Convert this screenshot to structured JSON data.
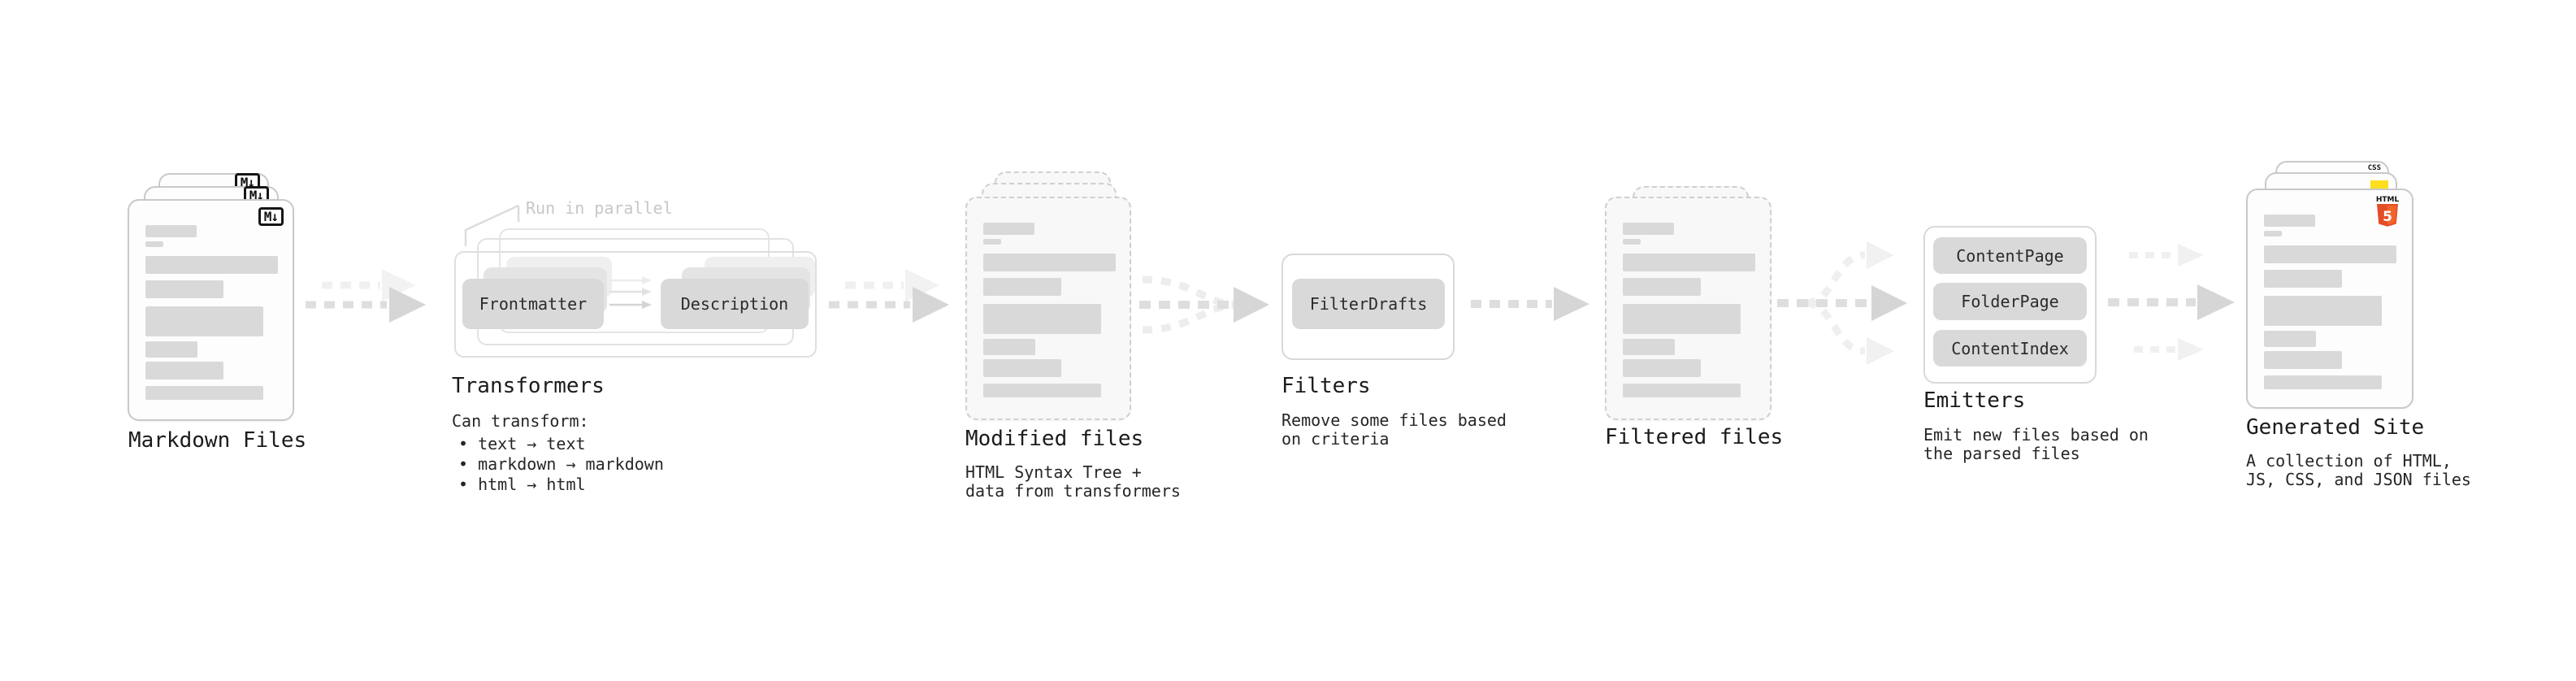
{
  "diagram": {
    "markdown_files": {
      "title": "Markdown Files",
      "badge": "M↓"
    },
    "transformers": {
      "note": "Run in parallel",
      "transformer_a": "Frontmatter",
      "transformer_b": "Description",
      "title": "Transformers",
      "desc_heading": "Can transform:",
      "bullets": [
        "• text → text",
        "• markdown → markdown",
        "• html → html"
      ]
    },
    "modified_files": {
      "title": "Modified files",
      "desc": [
        "HTML Syntax Tree +",
        "data from transformers"
      ]
    },
    "filters": {
      "button": "FilterDrafts",
      "title": "Filters",
      "desc": [
        "Remove some files based",
        "on criteria"
      ]
    },
    "filtered_files": {
      "title": "Filtered files"
    },
    "emitters": {
      "buttons": [
        "ContentPage",
        "FolderPage",
        "ContentIndex"
      ],
      "title": "Emitters",
      "desc": [
        "Emit new files based on",
        "the parsed files"
      ]
    },
    "generated_site": {
      "title": "Generated Site",
      "desc": [
        "A collection of HTML,",
        "JS, CSS, and JSON files"
      ],
      "html5_badge_top": "HTML",
      "html5_badge_number": "5",
      "css_badge": "CSS"
    }
  },
  "colors": {
    "html5_orange": "#e44d26",
    "html5_orange_light": "#f16529",
    "js_yellow": "#ffdf1e",
    "css_blue": "#2b6be8",
    "bar_gray": "#d9d9d9"
  }
}
